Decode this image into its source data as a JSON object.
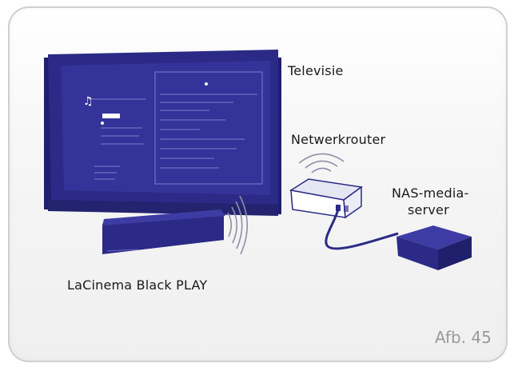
{
  "labels": {
    "tv": "Televisie",
    "router": "Netwerkrouter",
    "nas_line1": "NAS-media-",
    "nas_line2": "server",
    "player": "LaCinema Black PLAY"
  },
  "figure_label": "Afb. 45",
  "colors": {
    "device_blue": "#2b2a86",
    "screen_blue": "#34339a",
    "screen_line": "#8c8bd4",
    "router_fill": "#e6e6f2",
    "router_stroke": "#2b2a86",
    "wave": "#8f8fa8",
    "caption": "#9a9a9a"
  },
  "icons": {
    "tv": "television-icon",
    "player": "media-player-icon",
    "router": "router-icon",
    "nas": "nas-drive-icon",
    "wifi": "wifi-waves-icon",
    "cable": "ethernet-cable-icon"
  }
}
